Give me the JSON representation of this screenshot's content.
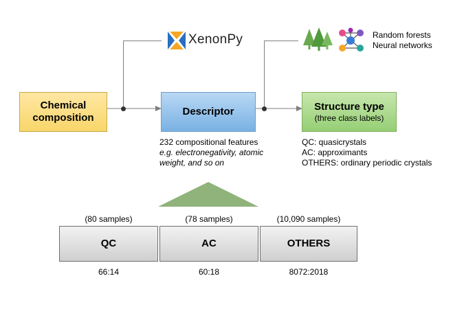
{
  "xenonpy": {
    "label": "XenonPy",
    "icon": "xenonpy-logo-icon",
    "colors": {
      "blue": "#2a6fc1",
      "orange": "#f5a623"
    }
  },
  "models": {
    "icons": [
      "pine-trees-icon",
      "neural-network-icon"
    ],
    "line1": "Random forests",
    "line2": "Neural networks"
  },
  "flow": {
    "input": {
      "line1": "Chemical",
      "line2": "composition"
    },
    "descriptor": {
      "label": "Descriptor"
    },
    "output": {
      "title": "Structure type",
      "subtitle": "(three class labels)"
    }
  },
  "descriptor_notes": {
    "line1": "232 compositional features",
    "line2": "e.g. electronegativity, atomic",
    "line3": "weight, and so on"
  },
  "class_notes": {
    "qc": "QC: quasicrystals",
    "ac": "AC: approximants",
    "others": "OTHERS: ordinary periodic crystals"
  },
  "datasets": [
    {
      "samples": "(80 samples)",
      "label": "QC",
      "split": "66:14"
    },
    {
      "samples": "(78 samples)",
      "label": "AC",
      "split": "60:18"
    },
    {
      "samples": "(10,090 samples)",
      "label": "OTHERS",
      "split": "8072:2018"
    }
  ],
  "colors": {
    "yellow_box": "#f8d66a",
    "blue_box": "#79b1e3",
    "green_box": "#95cf75",
    "gray_box": "#cfcfcf",
    "triangle": "#8fb37a",
    "connector": "#7f7f7f"
  }
}
